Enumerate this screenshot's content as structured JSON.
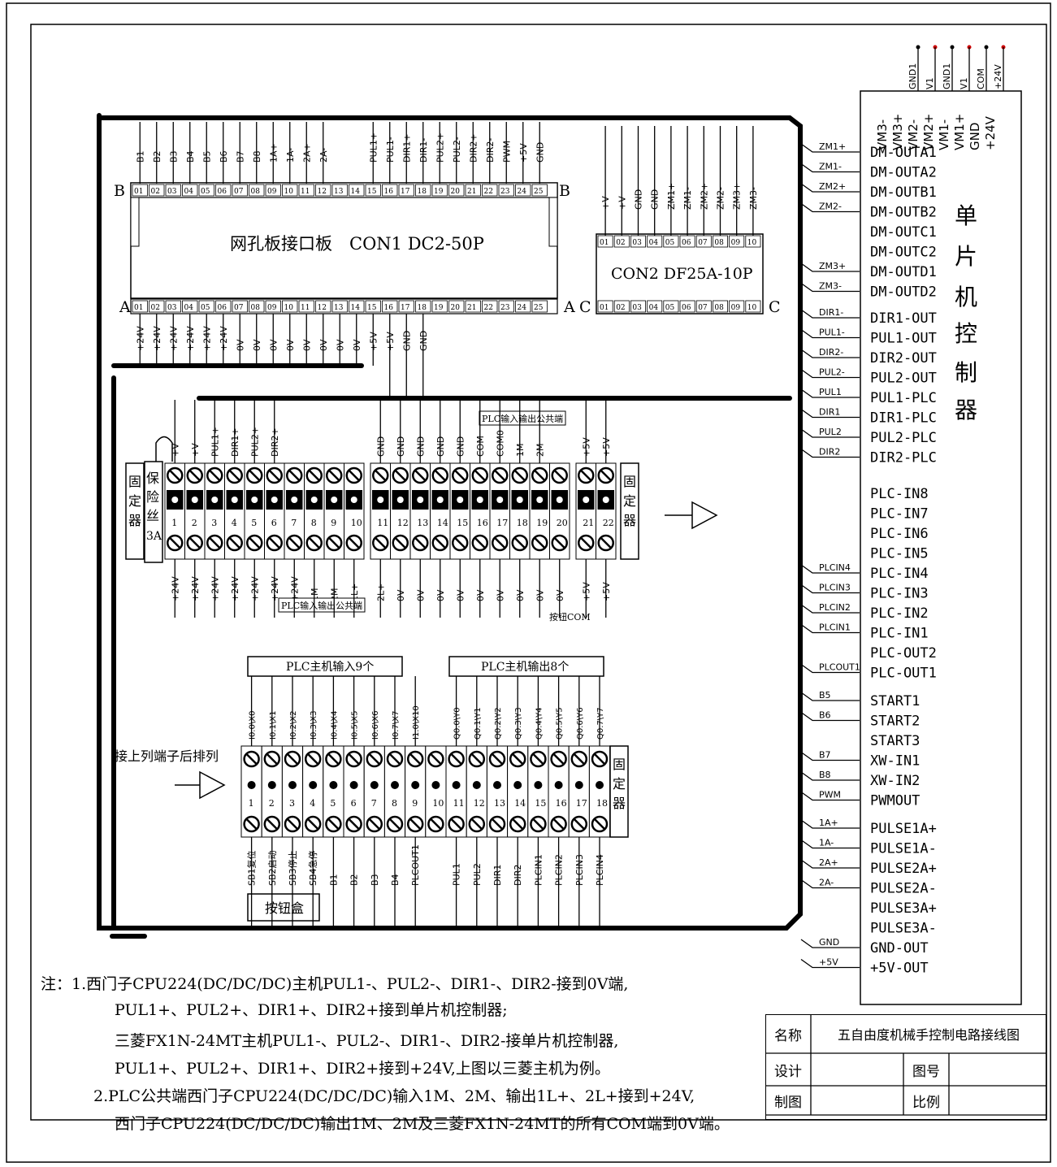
{
  "con1": {
    "b_row_labels": [
      "B1",
      "B2",
      "B3",
      "B4",
      "B5",
      "B6",
      "B7",
      "B8",
      "1A+",
      "1A-",
      "2A+",
      "2A-",
      "",
      "",
      "PUL1+",
      "PUL1-",
      "DIR1+",
      "DIR1-",
      "PUL2+",
      "PUL2-",
      "DIR2+",
      "DIR2-",
      "PWM",
      "+5V",
      "GND"
    ],
    "a_row_labels": [
      "+24V",
      "+24V",
      "+24V",
      "+24V",
      "+24V",
      "+24V",
      "0V",
      "0V",
      "0V",
      "0V",
      "0V",
      "0V",
      "0V",
      "0V",
      "+5V",
      "+5V",
      "GND",
      "GND",
      "",
      "",
      "",
      "",
      "",
      "",
      ""
    ],
    "pin_numbers": [
      "01",
      "02",
      "03",
      "04",
      "05",
      "06",
      "07",
      "08",
      "09",
      "10",
      "11",
      "12",
      "13",
      "14",
      "15",
      "16",
      "17",
      "18",
      "19",
      "20",
      "21",
      "22",
      "23",
      "24",
      "25"
    ],
    "title": "网孔板接口板　CON1 DC2-50P",
    "left_b": "B",
    "right_b": "B",
    "left_a": "A",
    "right_a": "A"
  },
  "con2": {
    "top_labels": [
      "+V",
      "+V",
      "GND",
      "GND",
      "ZM1+",
      "ZM1-",
      "ZM2+",
      "ZM2-",
      "ZM3+",
      "ZM3-"
    ],
    "pin_numbers": [
      "01",
      "02",
      "03",
      "04",
      "05",
      "06",
      "07",
      "08",
      "09",
      "10"
    ],
    "title": "CON2 DF25A-10P",
    "left_c": "C",
    "right_c": "C"
  },
  "terminal1": {
    "top_labels": [
      "+V",
      "+V",
      "PUL1+",
      "DIR1+",
      "PUL2+",
      "DIR2+",
      "",
      "",
      "",
      "",
      "GND",
      "GND",
      "GND",
      "GND",
      "GND",
      "COM",
      "COM0\n∣\nCOM4",
      "1M",
      "2M",
      "",
      "+5V",
      "+5V"
    ],
    "bottom_labels": [
      "+24V",
      "+24V",
      "+24V",
      "+24V",
      "+24V",
      "+24V",
      "+24V",
      "1M",
      "2M",
      "1L+",
      "2L+",
      "0V",
      "0V",
      "0V",
      "0V",
      "0V",
      "0V",
      "0V",
      "0V",
      "0V",
      "+5V",
      "+5V"
    ],
    "numbers": [
      "1",
      "2",
      "3",
      "4",
      "5",
      "6",
      "7",
      "8",
      "9",
      "10",
      "11",
      "12",
      "13",
      "14",
      "15",
      "16",
      "17",
      "18",
      "19",
      "20",
      "21",
      "22"
    ],
    "fuse_label": "保险丝3A",
    "fixer": "固定器",
    "common_top": "PLC输入输出公共端",
    "common_bottom": "PLC输入输出公共端",
    "button_com": "按钮COM"
  },
  "terminal2": {
    "top_labels": [
      "I0.0\\X0",
      "I0.1\\X1",
      "I0.2\\X2",
      "I0.3\\X3",
      "I0.4\\X4",
      "I0.5\\X5",
      "I0.6\\X6",
      "I0.7\\X7",
      "I1.0\\X10",
      "",
      "Q0.0\\Y0",
      "Q0.1\\Y1",
      "Q0.2\\Y2",
      "Q0.3\\Y3",
      "Q0.4\\Y4",
      "Q0.5\\Y5",
      "Q0.6\\Y6",
      "Q0.7\\Y7"
    ],
    "bottom_labels": [
      "SB1复位",
      "SB2启动",
      "SB3停止",
      "SB4急停",
      "B1",
      "B2",
      "B3",
      "B4",
      "PLCOUT1",
      "",
      "PUL1",
      "PUL2",
      "DIR1",
      "DIR2",
      "PLCIN1",
      "PLCIN2",
      "PLCIN3",
      "PLCIN4"
    ],
    "numbers": [
      "1",
      "2",
      "3",
      "4",
      "5",
      "6",
      "7",
      "8",
      "9",
      "10",
      "11",
      "12",
      "13",
      "14",
      "15",
      "16",
      "17",
      "18"
    ],
    "inputs_header": "PLC主机输入9个",
    "outputs_header": "PLC主机输出8个",
    "button_box": "按钮盒",
    "arrange_note": "接上列端子后排列",
    "fixer": "固定器"
  },
  "mcu": {
    "title": "单片机控制器",
    "top_pins": [
      "VM3-",
      "VM3+",
      "VM2-",
      "VM2+",
      "VM1-",
      "VM1+",
      "GND",
      "+24V"
    ],
    "top_wires": [
      "GND1",
      "V1",
      "GND1",
      "V1",
      "COM",
      "+24V"
    ],
    "pins": [
      "DM-OUTA1",
      "DM-OUTA2",
      "DM-OUTB1",
      "DM-OUTB2",
      "DM-OUTC1",
      "DM-OUTC2",
      "DM-OUTD1",
      "DM-OUTD2",
      "DIR1-OUT",
      "PUL1-OUT",
      "DIR2-OUT",
      "PUL2-OUT",
      "PUL1-PLC",
      "DIR1-PLC",
      "PUL2-PLC",
      "DIR2-PLC",
      "PLC-IN8",
      "PLC-IN7",
      "PLC-IN6",
      "PLC-IN5",
      "PLC-IN4",
      "PLC-IN3",
      "PLC-IN2",
      "PLC-IN1",
      "PLC-OUT2",
      "PLC-OUT1",
      "START1",
      "START2",
      "START3",
      "XW-IN1",
      "XW-IN2",
      "PWMOUT",
      "PULSE1A+",
      "PULSE1A-",
      "PULSE2A+",
      "PULSE2A-",
      "PULSE3A+",
      "PULSE3A-",
      "GND-OUT",
      "+5V-OUT"
    ],
    "wire_labels": [
      "ZM1+",
      "ZM1-",
      "ZM2+",
      "ZM2-",
      "",
      "",
      "ZM3+",
      "ZM3-",
      "DIR1-",
      "PUL1-",
      "DIR2-",
      "PUL2-",
      "PUL1",
      "DIR1",
      "PUL2",
      "DIR2",
      "",
      "",
      "",
      "",
      "PLCIN4",
      "PLCIN3",
      "PLCIN2",
      "PLCIN1",
      "",
      "PLCOUT1",
      "B5",
      "B6",
      "",
      "B7",
      "B8",
      "PWM",
      "1A+",
      "1A-",
      "2A+",
      "2A-",
      "",
      "",
      "GND",
      "+5V"
    ]
  },
  "notes": {
    "line1": "注：1.西门子CPU224(DC/DC/DC)主机PUL1-、PUL2-、DIR1-、DIR2-接到0V端,",
    "line2": "PUL1+、PUL2+、DIR1+、DIR2+接到单片机控制器;",
    "line3": "三菱FX1N-24MT主机PUL1-、PUL2-、DIR1-、DIR2-接单片机控制器,",
    "line4": "PUL1+、PUL2+、DIR1+、DIR2+接到+24V,上图以三菱主机为例。",
    "line5": "2.PLC公共端西门子CPU224(DC/DC/DC)输入1M、2M、输出1L+、2L+接到+24V,",
    "line6": "西门子CPU224(DC/DC/DC)输出1M、2M及三菱FX1N-24MT的所有COM端到0V端。"
  },
  "title_block": {
    "name_label": "名称",
    "name_value": "五自由度机械手控制电路接线图",
    "design_label": "设计",
    "drawing_no_label": "图号",
    "draft_label": "制图",
    "scale_label": "比例"
  }
}
